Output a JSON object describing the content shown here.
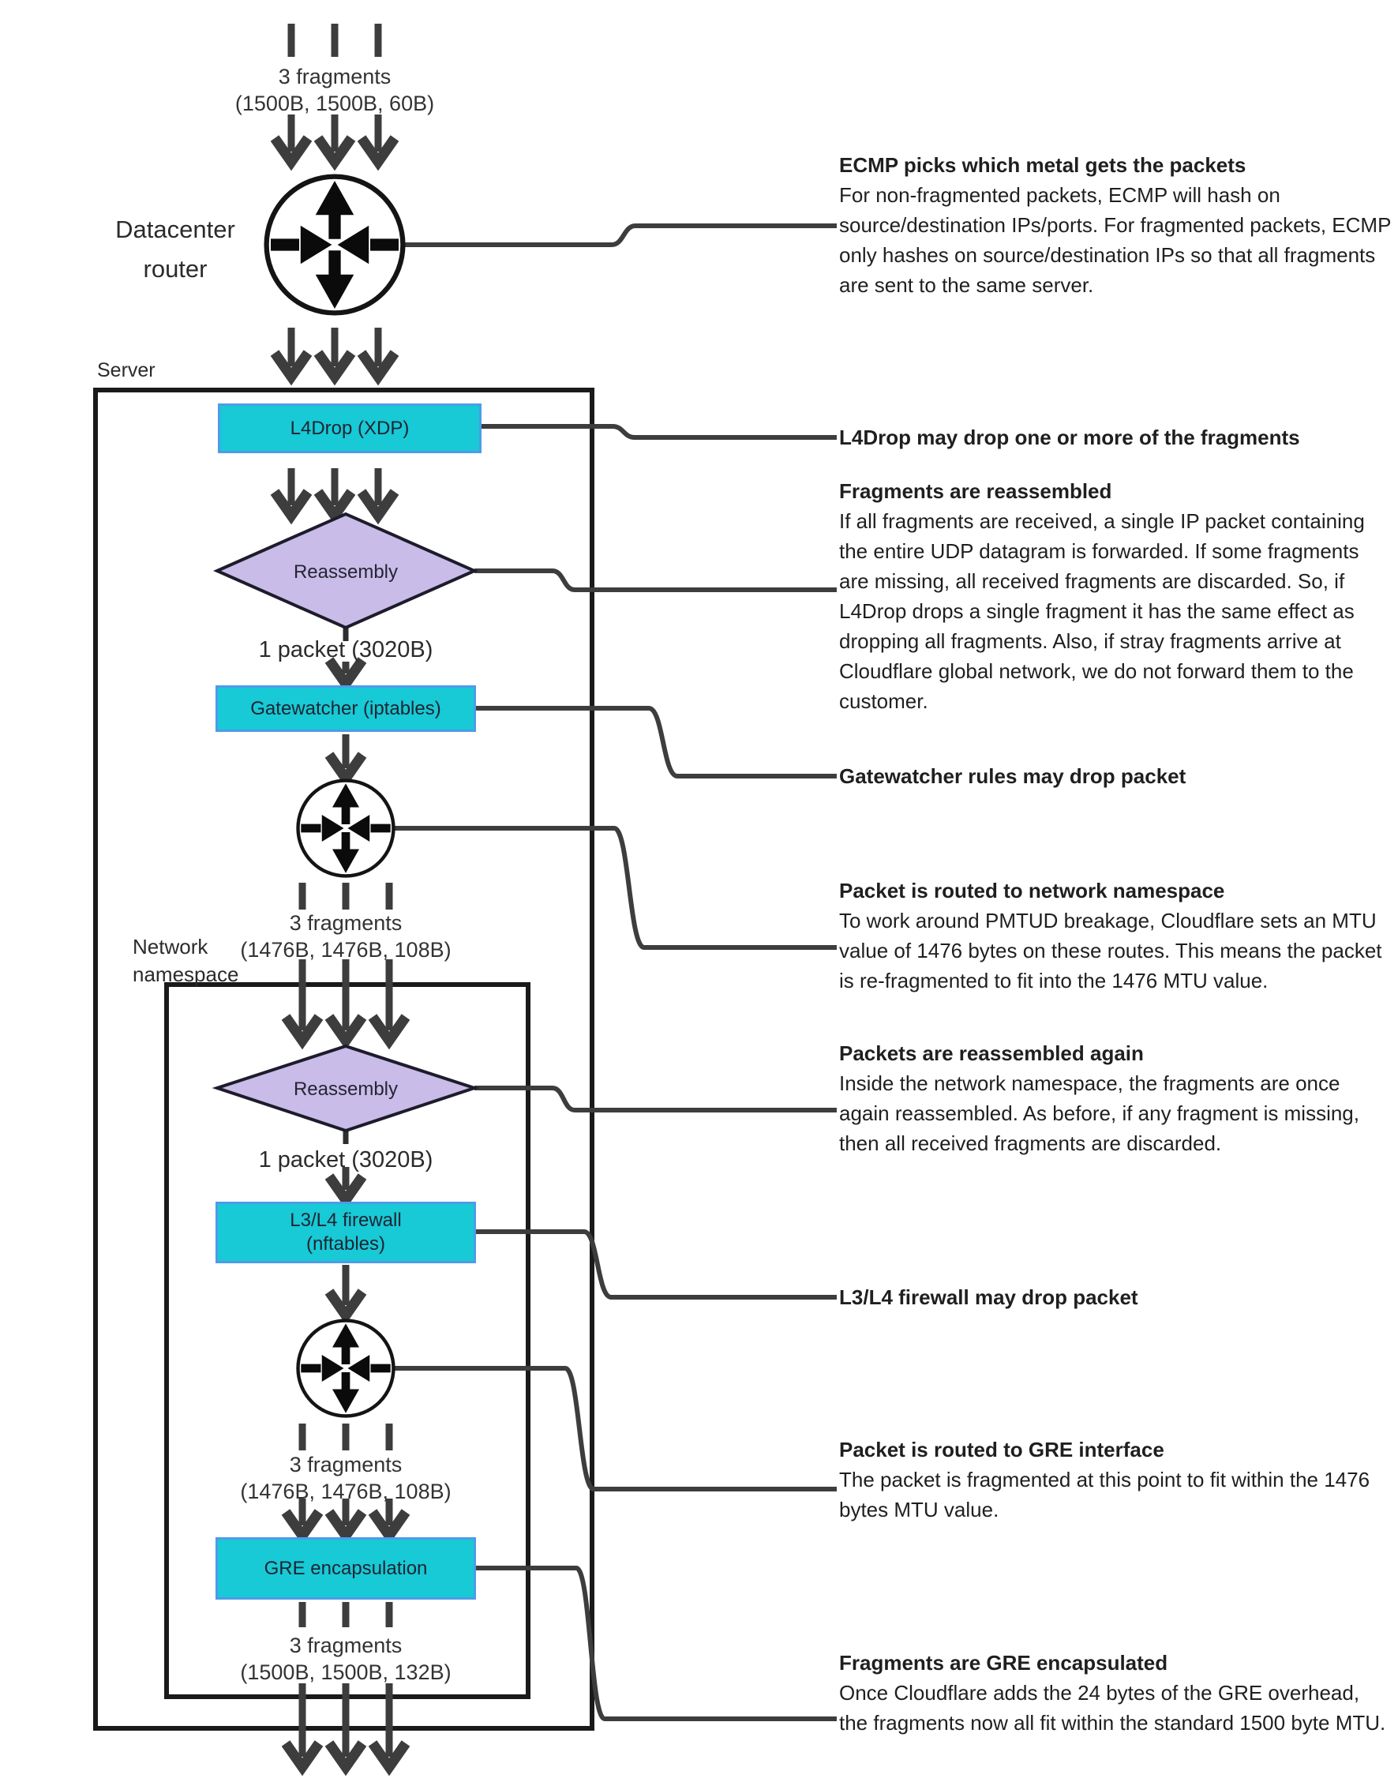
{
  "colors": {
    "cyan_fill": "#18C9D6",
    "cyan_border": "#4D9CE8",
    "purple_fill": "#C9BCE9",
    "line_dark": "#3D3D3D",
    "frame_black": "#1A1A1A"
  },
  "diagram": {
    "top_fragments_line1": "3 fragments",
    "top_fragments_line2": "(1500B, 1500B, 60B)",
    "datacenter_router_line1": "Datacenter",
    "datacenter_router_line2": "router",
    "server_label": "Server",
    "l4drop_label": "L4Drop (XDP)",
    "reassembly1_label": "Reassembly",
    "packet1_label": "1 packet (3020B)",
    "gatewatcher_label": "Gatewatcher (iptables)",
    "mid_fragments_line1": "3 fragments",
    "mid_fragments_line2": "(1476B, 1476B, 108B)",
    "namespace_line1": "Network",
    "namespace_line2": "namespace",
    "reassembly2_label": "Reassembly",
    "packet2_label": "1 packet (3020B)",
    "l3l4_line1": "L3/L4 firewall",
    "l3l4_line2": "(nftables)",
    "gre_fragments_line1": "3 fragments",
    "gre_fragments_line2": "(1476B, 1476B, 108B)",
    "gre_label": "GRE encapsulation",
    "bottom_fragments_line1": "3 fragments",
    "bottom_fragments_line2": "(1500B, 1500B, 132B)"
  },
  "annotations": [
    {
      "title": "ECMP picks which metal gets the packets",
      "body": "For non-fragmented packets, ECMP will hash on source/destination IPs/ports. For fragmented packets, ECMP only hashes on source/destination IPs so that all fragments are sent to the same server."
    },
    {
      "title": "L4Drop may drop one or more of the fragments",
      "body": ""
    },
    {
      "title": "Fragments are reassembled",
      "body": "If all fragments are received, a single IP packet containing the entire UDP datagram is forwarded. If some fragments are missing, all received fragments are discarded. So, if L4Drop drops a single fragment it has the same effect as dropping all fragments. Also, if stray fragments arrive at Cloudflare global network, we do not forward them to the customer."
    },
    {
      "title": "Gatewatcher rules may drop packet",
      "body": ""
    },
    {
      "title": "Packet is routed to network namespace",
      "body": "To work around PMTUD breakage, Cloudflare sets an MTU value of 1476 bytes on these routes. This means the packet is re-fragmented to fit into the 1476 MTU value."
    },
    {
      "title": "Packets are reassembled again",
      "body": "Inside the network namespace, the fragments are once again reassembled. As before, if any fragment is missing, then all received fragments are discarded."
    },
    {
      "title": "L3/L4 firewall may drop packet",
      "body": ""
    },
    {
      "title": "Packet is routed to GRE interface",
      "body": "The packet is fragmented at this point to fit within the 1476 bytes MTU value."
    },
    {
      "title": "Fragments are GRE encapsulated",
      "body": "Once Cloudflare adds the 24 bytes of the GRE overhead, the fragments now all fit within the standard 1500 byte MTU."
    }
  ]
}
